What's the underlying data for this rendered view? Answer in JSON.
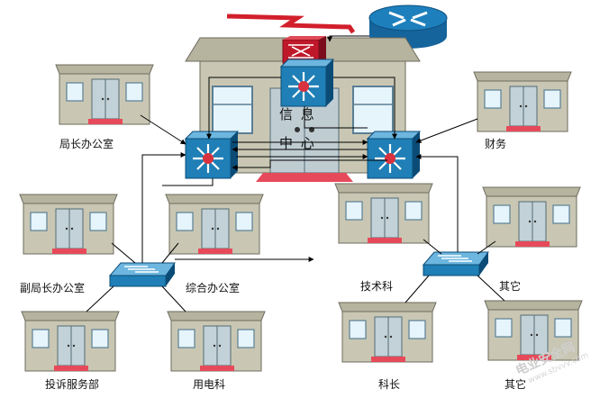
{
  "labels": {
    "director_office": "局长办公室",
    "finance": "财务",
    "deputy_director_office": "副局长办公室",
    "general_office": "综合办公室",
    "tech_section": "技术科",
    "other_1": "其它",
    "complaint_dept": "投诉服务部",
    "power_section": "用电科",
    "section_chief": "科长",
    "other_2": "其它",
    "center_line1": "信  息",
    "center_line2": "中  心"
  },
  "watermark": {
    "text": "电业安全网",
    "domain": "www.sbvvv.com"
  },
  "colors": {
    "switch_blue": "#1f7fb6",
    "switch_dark": "#0b4c77",
    "router_blue": "#1d80bd",
    "firewall_red": "#c0182b",
    "doormat_red": "#e64a5a",
    "wall": "#c9c7b3",
    "roof": "#b6b39f",
    "lightning": "#d21f2c"
  },
  "icons": [
    "router-icon",
    "firewall-icon",
    "core-switch-icon",
    "workgroup-switch-icon",
    "lightning-wan-icon"
  ]
}
